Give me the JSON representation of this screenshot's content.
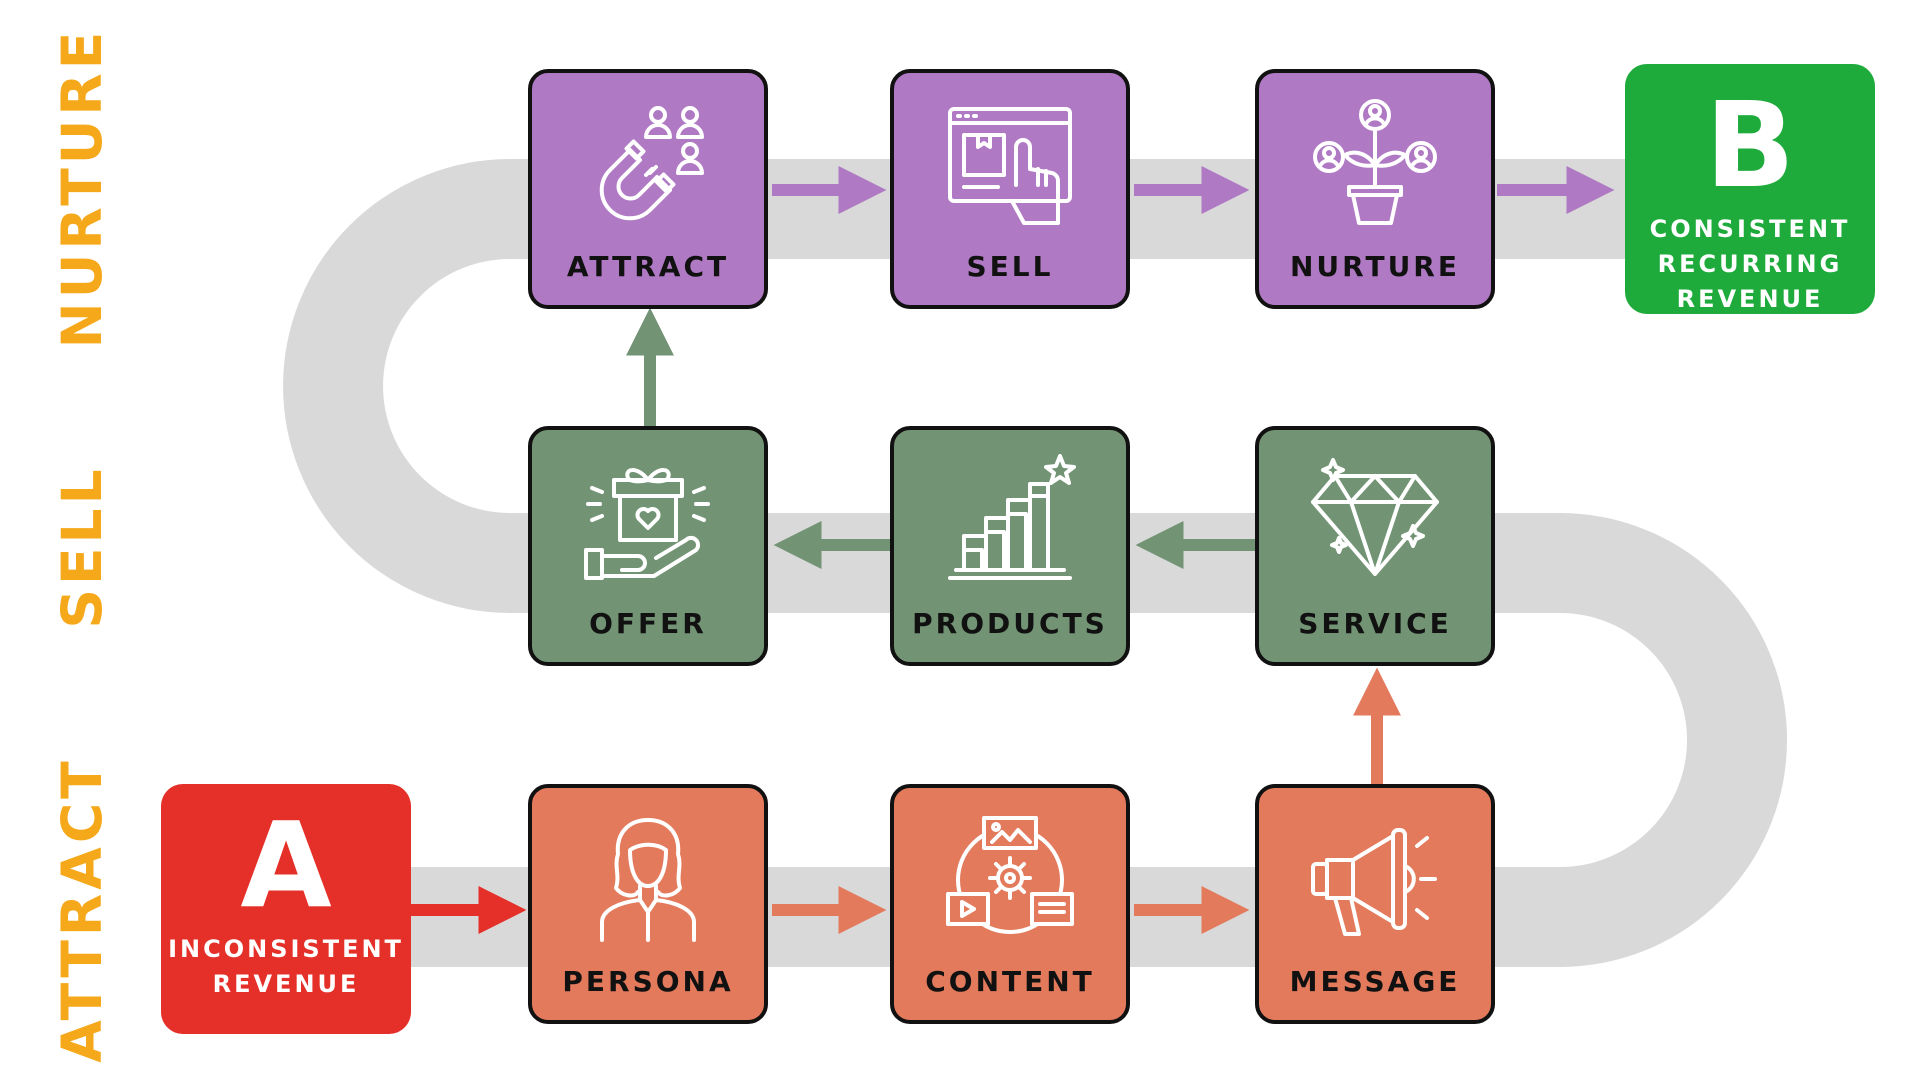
{
  "side_labels": {
    "top": "NURTURE",
    "middle": "SELL",
    "bottom": "ATTRACT"
  },
  "start": {
    "letter": "A",
    "line1": "INCONSISTENT",
    "line2": "REVENUE"
  },
  "end": {
    "letter": "B",
    "line1": "CONSISTENT",
    "line2": "RECURRING",
    "line3": "REVENUE"
  },
  "rows": {
    "nurture": [
      "ATTRACT",
      "SELL",
      "NURTURE"
    ],
    "sell": [
      "OFFER",
      "PRODUCTS",
      "SERVICE"
    ],
    "attract": [
      "PERSONA",
      "CONTENT",
      "MESSAGE"
    ]
  },
  "colors": {
    "nurture": "#AF79C4",
    "sell": "#729474",
    "attract": "#E37A5C",
    "start": "#E5302A",
    "end": "#1EAB3C",
    "side_label": "#F6A81B",
    "track": "#D9D9D9"
  }
}
